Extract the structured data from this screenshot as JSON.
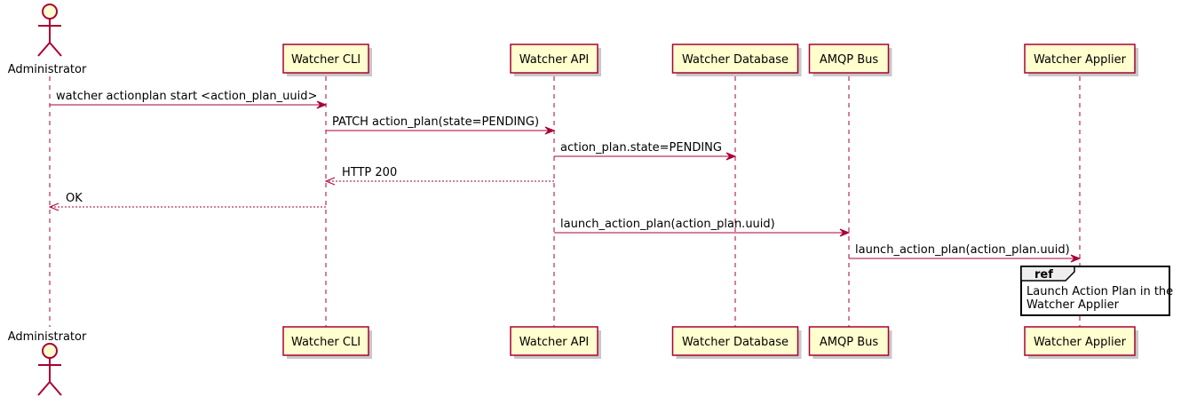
{
  "participants": [
    {
      "id": "admin",
      "label": "Administrator",
      "kind": "actor"
    },
    {
      "id": "cli",
      "label": "Watcher CLI",
      "kind": "participant"
    },
    {
      "id": "api",
      "label": "Watcher API",
      "kind": "participant"
    },
    {
      "id": "db",
      "label": "Watcher Database",
      "kind": "participant"
    },
    {
      "id": "amqp",
      "label": "AMQP Bus",
      "kind": "participant"
    },
    {
      "id": "applier",
      "label": "Watcher Applier",
      "kind": "participant"
    }
  ],
  "messages": [
    {
      "from": "admin",
      "to": "cli",
      "label": "watcher actionplan start <action_plan_uuid>",
      "style": "sync"
    },
    {
      "from": "cli",
      "to": "api",
      "label": "PATCH action_plan(state=PENDING)",
      "style": "sync"
    },
    {
      "from": "api",
      "to": "db",
      "label": "action_plan.state=PENDING",
      "style": "sync"
    },
    {
      "from": "api",
      "to": "cli",
      "label": "HTTP 200",
      "style": "reply"
    },
    {
      "from": "cli",
      "to": "admin",
      "label": "OK",
      "style": "reply"
    },
    {
      "from": "api",
      "to": "amqp",
      "label": "launch_action_plan(action_plan.uuid)",
      "style": "sync"
    },
    {
      "from": "amqp",
      "to": "applier",
      "label": "launch_action_plan(action_plan.uuid)",
      "style": "sync"
    }
  ],
  "ref": {
    "tag": "ref",
    "over": "applier",
    "lines": [
      "Launch Action Plan in the",
      "Watcher Applier"
    ]
  },
  "colors": {
    "line": "#A80036",
    "box_fill": "#FEFECE",
    "ref_tag_fill": "#EEEEEE"
  }
}
